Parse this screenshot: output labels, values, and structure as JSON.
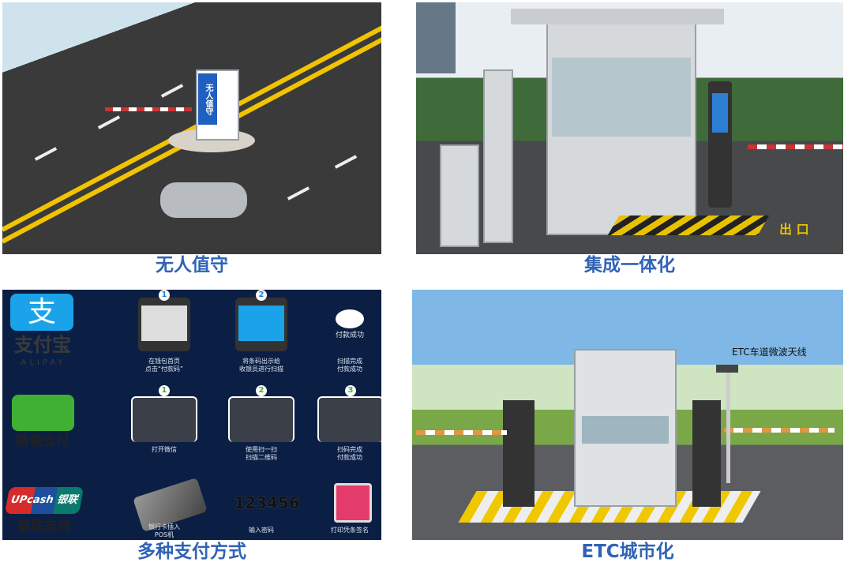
{
  "panels": [
    {
      "caption": "无人值守",
      "booth_sign": "无人值守"
    },
    {
      "caption": "集成一体化",
      "ground_text": "出 口"
    },
    {
      "caption": "多种支付方式",
      "alipay": {
        "name": "支付宝",
        "sub": "ALIPAY",
        "steps": [
          "在钱包首页\n点击“付款码”",
          "将条码出示给\n收银员进行扫描",
          "扫描完成\n付款成功"
        ],
        "success": "付款成功",
        "numbers": [
          "1",
          "2"
        ]
      },
      "wechat": {
        "name": "微信支付",
        "steps": [
          "打开微信",
          "使用扫一扫\n扫描二维码",
          "扫码完成\n付款成功"
        ],
        "numbers": [
          "1",
          "2",
          "3"
        ]
      },
      "unionpay": {
        "name": "银联支付",
        "logo": "UPcash 银联",
        "steps": [
          "银行卡插入\nPOS机",
          "输入密码",
          "打印凭条签名"
        ],
        "pin": "123456"
      }
    },
    {
      "caption": "ETC城市化",
      "label": "ETC车道微波天线"
    }
  ],
  "colors": {
    "caption": "#2f63b5",
    "payment_bg": "#0b1f45"
  }
}
